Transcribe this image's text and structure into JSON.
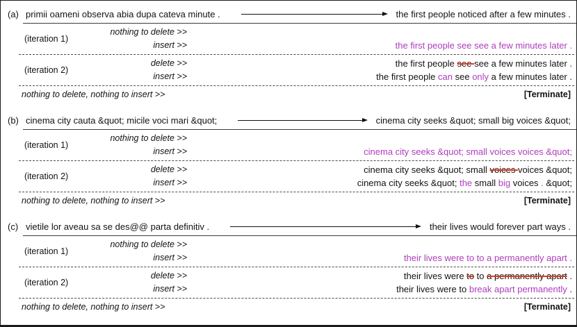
{
  "figure": {
    "type": "iterative-insertion-deletion-decoding-examples",
    "colors": {
      "insert": "#af3cbe",
      "delete_strike": "#e03a22",
      "text": "#121212"
    },
    "labels": {
      "nothing_to_delete": "nothing to delete >>",
      "delete": "delete >>",
      "insert": "insert >>",
      "terminate_note": "nothing to delete, nothing to insert >>",
      "terminate_badge": "[Terminate]"
    }
  },
  "sections": [
    {
      "label": "(a)",
      "source": "primii oameni observa abia dupa cateva minute .",
      "target": "the first people noticed after a few minutes .",
      "iterations": [
        {
          "label": "(iteration 1)",
          "rows": [
            {
              "cmd": "nothing to delete >>",
              "result": []
            },
            {
              "cmd": "insert >>",
              "result": [
                {
                  "text": "the first people see see a few minutes later .",
                  "style": "ins"
                }
              ]
            }
          ]
        },
        {
          "label": "(iteration 2)",
          "rows": [
            {
              "cmd": "delete >>",
              "result": [
                {
                  "text": "the first people ",
                  "style": "plain"
                },
                {
                  "text": "see ",
                  "style": "del"
                },
                {
                  "text": "see a few minutes later .",
                  "style": "plain"
                }
              ]
            },
            {
              "cmd": "insert >>",
              "result": [
                {
                  "text": "the first people ",
                  "style": "plain"
                },
                {
                  "text": "can",
                  "style": "ins"
                },
                {
                  "text": " see ",
                  "style": "plain"
                },
                {
                  "text": "only",
                  "style": "ins"
                },
                {
                  "text": " a few minutes later .",
                  "style": "plain"
                }
              ]
            }
          ]
        }
      ],
      "terminate_note": "nothing to delete, nothing to insert >>",
      "terminate_badge": "[Terminate]"
    },
    {
      "label": "(b)",
      "source": "cinema city cauta &quot; micile voci mari &quot;",
      "target": "cinema city seeks &quot; small big voices &quot;",
      "iterations": [
        {
          "label": "(iteration 1)",
          "rows": [
            {
              "cmd": "nothing to delete >>",
              "result": []
            },
            {
              "cmd": "insert >>",
              "result": [
                {
                  "text": "cinema city seeks &quot; small voices voices &quot;",
                  "style": "ins"
                }
              ]
            }
          ]
        },
        {
          "label": "(iteration 2)",
          "rows": [
            {
              "cmd": "delete >>",
              "result": [
                {
                  "text": "cinema city seeks &quot; small ",
                  "style": "plain"
                },
                {
                  "text": "voices ",
                  "style": "del"
                },
                {
                  "text": "voices &quot;",
                  "style": "plain"
                }
              ]
            },
            {
              "cmd": "insert >>",
              "result": [
                {
                  "text": "cinema city seeks &quot; ",
                  "style": "plain"
                },
                {
                  "text": "the",
                  "style": "ins"
                },
                {
                  "text": " small ",
                  "style": "plain"
                },
                {
                  "text": "big",
                  "style": "ins"
                },
                {
                  "text": " voices ",
                  "style": "plain"
                },
                {
                  "text": ".",
                  "style": "ins"
                },
                {
                  "text": " &quot;",
                  "style": "plain"
                }
              ]
            }
          ]
        }
      ],
      "terminate_note": "nothing to delete, nothing to insert >>",
      "terminate_badge": "[Terminate]"
    },
    {
      "label": "(c)",
      "source": "vietile lor aveau sa se des@@ parta definitiv .",
      "target": "their lives would forever part ways .",
      "iterations": [
        {
          "label": "(iteration 1)",
          "rows": [
            {
              "cmd": "nothing to delete >>",
              "result": []
            },
            {
              "cmd": "insert >>",
              "result": [
                {
                  "text": "their lives were to to a permanently apart .",
                  "style": "ins"
                }
              ]
            }
          ]
        },
        {
          "label": "(iteration 2)",
          "rows": [
            {
              "cmd": "delete >>",
              "result": [
                {
                  "text": "their lives were ",
                  "style": "plain"
                },
                {
                  "text": "to",
                  "style": "del"
                },
                {
                  "text": " to ",
                  "style": "plain"
                },
                {
                  "text": "a permanently apart",
                  "style": "del"
                },
                {
                  "text": " .",
                  "style": "plain"
                }
              ]
            },
            {
              "cmd": "insert >>",
              "result": [
                {
                  "text": "their lives were to ",
                  "style": "plain"
                },
                {
                  "text": "break apart permanently",
                  "style": "ins"
                },
                {
                  "text": " .",
                  "style": "plain"
                }
              ]
            }
          ]
        }
      ],
      "terminate_note": "nothing to delete, nothing to insert >>",
      "terminate_badge": "[Terminate]"
    }
  ]
}
